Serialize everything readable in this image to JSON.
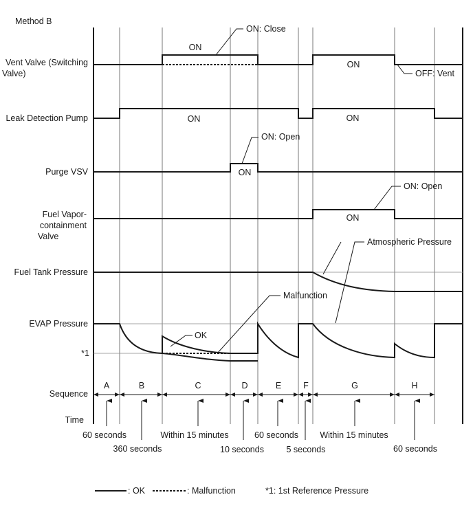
{
  "method": "Method B",
  "rows": {
    "vent_valve": "Vent Valve (Switching",
    "vent_valve_2": "Valve)",
    "leak_pump": "Leak Detection Pump",
    "purge_vsv": "Purge VSV",
    "fuel_vapor_1": "Fuel Vapor-",
    "fuel_vapor_2": "containment",
    "fuel_vapor_3": "Valve",
    "fuel_tank": "Fuel Tank Pressure",
    "evap": "EVAP Pressure",
    "ref1": "*1",
    "sequence": "Sequence",
    "time": "Time"
  },
  "states": {
    "on": "ON",
    "on_close": "ON: Close",
    "off_vent": "OFF: Vent",
    "on_open": "ON: Open",
    "atmospheric": "Atmospheric Pressure",
    "malfunction": "Malfunction",
    "ok": "OK"
  },
  "sequence": [
    "A",
    "B",
    "C",
    "D",
    "E",
    "F",
    "G",
    "H"
  ],
  "times": {
    "a": "60 seconds",
    "b": "360 seconds",
    "c": "Within 15 minutes",
    "d": "10 seconds",
    "e": "60 seconds",
    "f": "5 seconds",
    "g": "Within 15 minutes",
    "h": "60 seconds"
  },
  "legend": {
    "ok": ": OK",
    "malfunction": ": Malfunction",
    "note": "*1: 1st Reference Pressure"
  }
}
